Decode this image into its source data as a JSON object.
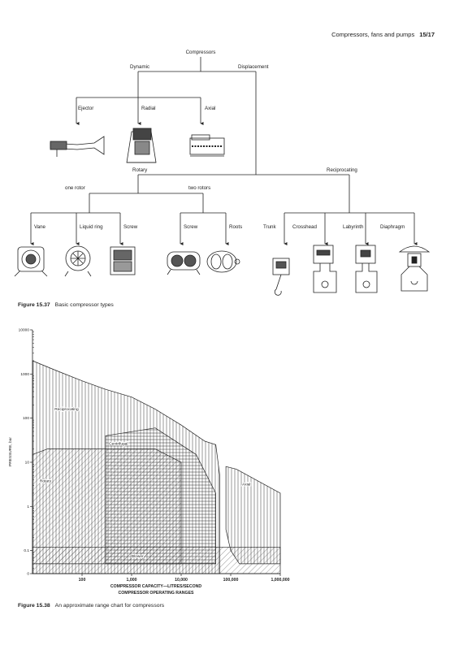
{
  "header": {
    "title": "Compressors, fans and pumps",
    "page": "15/17"
  },
  "tree": {
    "root": "Compressors",
    "dynamic": "Dynamic",
    "displacement": "Displacement",
    "ejector": "Ejector",
    "radial": "Radial",
    "axial": "Axial",
    "rotary": "Rotary",
    "reciprocating": "Reciprocating",
    "one_rotor": "one rotor",
    "two_rotors": "two rotors",
    "vane": "Vane",
    "liquid_ring": "Liquid ring",
    "screw1": "Screw",
    "screw2": "Screw",
    "roots": "Roots",
    "trunk": "Trunk",
    "crosshead": "Crosshead",
    "labyrinth": "Labyrinth",
    "diaphragm": "Diaphragm"
  },
  "figure1": {
    "label": "Figure 15.37",
    "caption": "Basic compressor types"
  },
  "figure2": {
    "label": "Figure 15.38",
    "caption": "An approximate range chart for compressors"
  },
  "chart_data": {
    "type": "area",
    "ylabel": "PRESSURE, bar",
    "xlabel": "COMPRESSOR CAPACITY—LITRES/SECOND",
    "xlabel2": "COMPRESSOR OPERATING RANGES",
    "x_scale": "log",
    "y_scale": "log",
    "xlim": [
      10,
      1000000
    ],
    "ylim": [
      0.03,
      10000
    ],
    "x_ticks": [
      {
        "value": 100,
        "label": "100"
      },
      {
        "value": 1000,
        "label": "1,000"
      },
      {
        "value": 10000,
        "label": "10,000"
      },
      {
        "value": 100000,
        "label": "100,000"
      },
      {
        "value": 1000000,
        "label": "1,000,000"
      }
    ],
    "y_ticks": [
      {
        "value": 10000,
        "label": "10000"
      },
      {
        "value": 1000,
        "label": "1000"
      },
      {
        "value": 100,
        "label": "100"
      },
      {
        "value": 10,
        "label": "10"
      },
      {
        "value": 1,
        "label": "1"
      },
      {
        "value": 0.1,
        "label": "0.1"
      },
      {
        "value": 0.03,
        "label": "0"
      }
    ],
    "regions": [
      {
        "name": "Reciprocating",
        "hatch": "vertical",
        "label_at": [
          28,
          150
        ],
        "points": [
          [
            10,
            2000
          ],
          [
            30,
            1200
          ],
          [
            100,
            700
          ],
          [
            300,
            450
          ],
          [
            1000,
            300
          ],
          [
            3000,
            160
          ],
          [
            10000,
            70
          ],
          [
            30000,
            30
          ],
          [
            50000,
            25
          ],
          [
            60000,
            5
          ],
          [
            60000,
            0.03
          ],
          [
            10,
            0.03
          ]
        ]
      },
      {
        "name": "Centrifugal",
        "hatch": "horizontal",
        "label_at": [
          350,
          25
        ],
        "points": [
          [
            300,
            40
          ],
          [
            3000,
            60
          ],
          [
            20000,
            15
          ],
          [
            50000,
            2
          ],
          [
            50000,
            0.05
          ],
          [
            300,
            0.05
          ]
        ]
      },
      {
        "name": "Rotary",
        "hatch": "diagonal",
        "label_at": [
          14,
          3.5
        ],
        "points": [
          [
            10,
            15
          ],
          [
            20,
            20
          ],
          [
            3000,
            20
          ],
          [
            10000,
            10
          ],
          [
            10000,
            0.05
          ],
          [
            10,
            0.05
          ]
        ]
      },
      {
        "name": "Axial",
        "hatch": "vertical",
        "label_at": [
          170000,
          3
        ],
        "points": [
          [
            80000,
            8
          ],
          [
            130000,
            7
          ],
          [
            1000000,
            2
          ],
          [
            1000000,
            0.05
          ],
          [
            150000,
            0.05
          ],
          [
            100000,
            0.1
          ],
          [
            80000,
            0.3
          ]
        ]
      },
      {
        "name": "Blower",
        "hatch": "diagonal",
        "label_at": [
          1000,
          0.07
        ],
        "points": [
          [
            10,
            0.12
          ],
          [
            1000000,
            0.12
          ],
          [
            1000000,
            0.03
          ],
          [
            10,
            0.03
          ]
        ]
      }
    ]
  }
}
